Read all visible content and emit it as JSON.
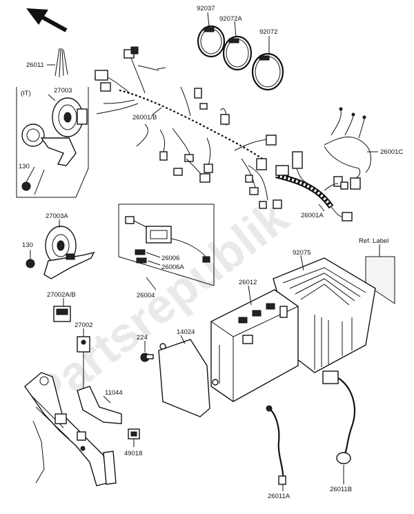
{
  "watermark": "Partsrepublik",
  "labels": {
    "p92037": "92037",
    "p92072A": "92072A",
    "p92072": "92072",
    "p26011": "26011",
    "it": "(IT)",
    "p27003": "27003",
    "p26001B": "26001/B",
    "p26001C": "26001C",
    "p130a": "130",
    "p27003A": "27003A",
    "p130b": "130",
    "p26001A": "26001A",
    "p26006": "26006",
    "p26006A": "26006A",
    "p26004": "26004",
    "refLabel": "Ref. Label",
    "p92075": "92075",
    "p26012": "26012",
    "p27002AB": "27002A/B",
    "p27002": "27002",
    "p224": "224",
    "p14024": "14024",
    "p11044": "11044",
    "p49018": "49018",
    "p26011A": "26011A",
    "p26011B": "26011B"
  }
}
